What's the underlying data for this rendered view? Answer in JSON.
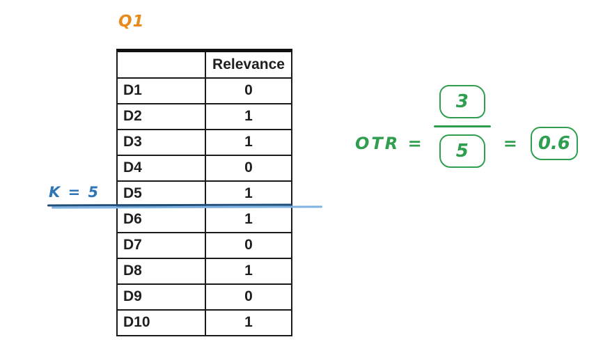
{
  "query": {
    "label": "Q1"
  },
  "table": {
    "header": [
      "",
      "Relevance"
    ],
    "rows": [
      [
        "D1",
        "0"
      ],
      [
        "D2",
        "1"
      ],
      [
        "D3",
        "1"
      ],
      [
        "D4",
        "0"
      ],
      [
        "D5",
        "1"
      ],
      [
        "D6",
        "1"
      ],
      [
        "D7",
        "0"
      ],
      [
        "D8",
        "1"
      ],
      [
        "D9",
        "0"
      ],
      [
        "D10",
        "1"
      ]
    ]
  },
  "cutoff": {
    "label": "K = 5"
  },
  "formula": {
    "lhs": "OTR",
    "equals1": "=",
    "numerator": "3",
    "denominator": "5",
    "equals2": "=",
    "result": "0.6"
  },
  "colors": {
    "query_label": "#E8891B",
    "cutoff_text": "#2E75B6",
    "cutoff_line_dark": "#1F4E79",
    "cutoff_line_light": "#7EB3E3",
    "formula_green": "#2F9E4F",
    "table_text": "#1f1f1f",
    "table_border": "#1a1a1a",
    "background": "#ffffff"
  }
}
